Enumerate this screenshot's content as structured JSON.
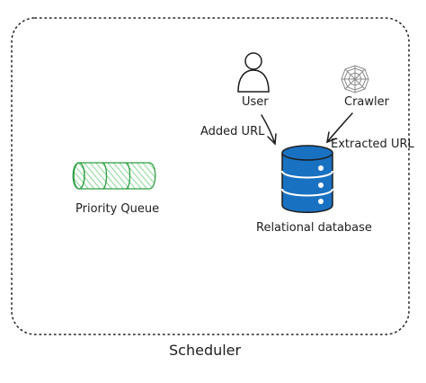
{
  "diagram": {
    "container": {
      "label": "Scheduler"
    },
    "user": {
      "label": "User"
    },
    "crawler": {
      "label": "Crawler"
    },
    "database": {
      "label": "Relational database"
    },
    "queue": {
      "label": "Priority Queue"
    },
    "edges": {
      "added_url": {
        "label": "Added URL"
      },
      "extracted_url": {
        "label": "Extracted URL"
      }
    },
    "colors": {
      "database_fill": "#1971c2",
      "queue_stroke": "#2f9e44",
      "queue_hatch": "#40c057",
      "stroke": "#1e1e1e"
    }
  }
}
